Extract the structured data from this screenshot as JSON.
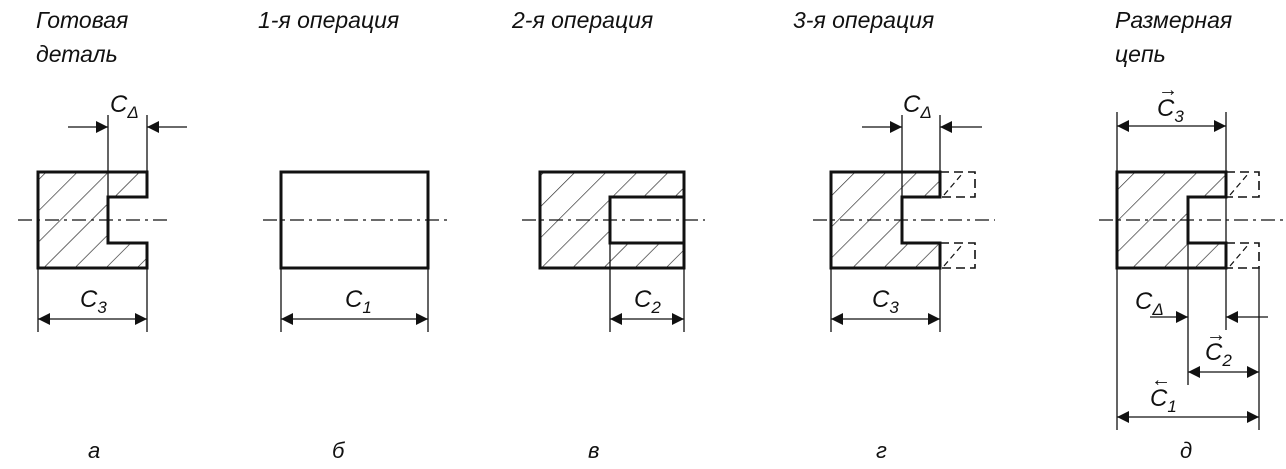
{
  "headers": {
    "a_line1": "Готовая",
    "a_line2": "деталь",
    "b": "1-я  операция",
    "c": "2-я  операция",
    "d": "3-я  операция",
    "e_line1": "Размерная",
    "e_line2": "цепь"
  },
  "sub_letters": {
    "a": "а",
    "b": "б",
    "c": "в",
    "d": "г",
    "e": "д"
  },
  "dims": {
    "C": "C",
    "delta": "Δ",
    "n1": "1",
    "n2": "2",
    "n3": "3",
    "arrow_right": "→",
    "arrow_left": "←"
  }
}
